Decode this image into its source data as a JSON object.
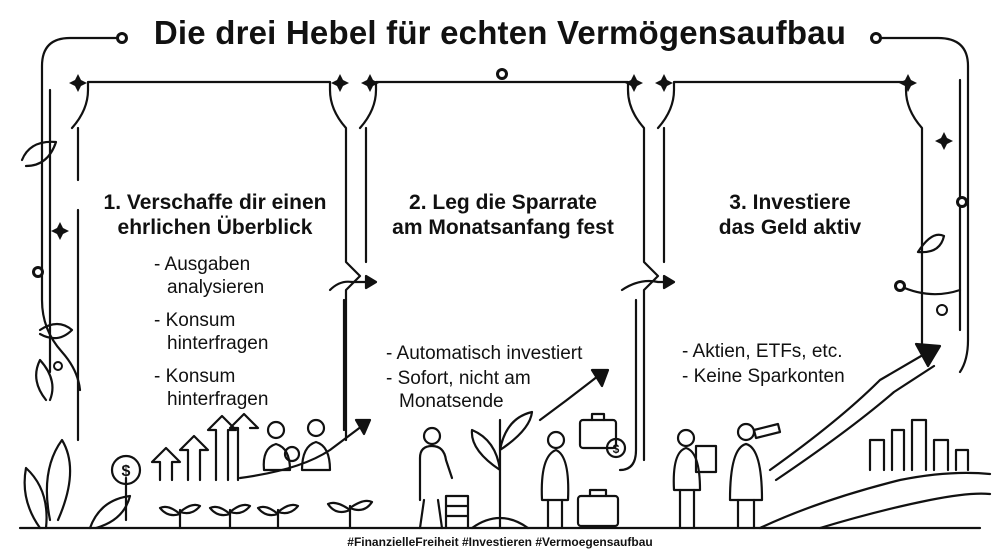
{
  "title": "Die drei Hebel für echten Vermögensaufbau",
  "steps": [
    {
      "heading": [
        "1. Verschaffe dir einen",
        "ehrlichen Überblick"
      ],
      "bullets": [
        [
          "- Ausgaben",
          "analysieren"
        ],
        [
          "- Konsum",
          "hinterfragen"
        ],
        [
          "- Konsum",
          "hinterfragen"
        ]
      ]
    },
    {
      "heading": [
        "2. Leg die Sparrate",
        "am Monatsanfang fest"
      ],
      "bullets": [
        [
          "- Automatisch investiert"
        ],
        [
          "- Sofort, nicht am",
          "Monatsende"
        ]
      ]
    },
    {
      "heading": [
        "3. Investiere",
        "das Geld aktiv"
      ],
      "bullets": [
        [
          "- Aktien, ETFs, etc."
        ],
        [
          "- Keine Sparkonten"
        ]
      ]
    }
  ],
  "hashtags": "#FinanzielleFreiheit #Investieren #Vermoegensaufbau",
  "icons": [
    "dollar-coin-icon",
    "money-bag-icon",
    "briefcase-icon",
    "coin-stack-icon",
    "telescope-icon",
    "growth-arrow-icon",
    "leaf-icon",
    "sparkle-icon",
    "city-skyline-icon"
  ],
  "colors": {
    "ink": "#111111",
    "background": "#ffffff"
  }
}
